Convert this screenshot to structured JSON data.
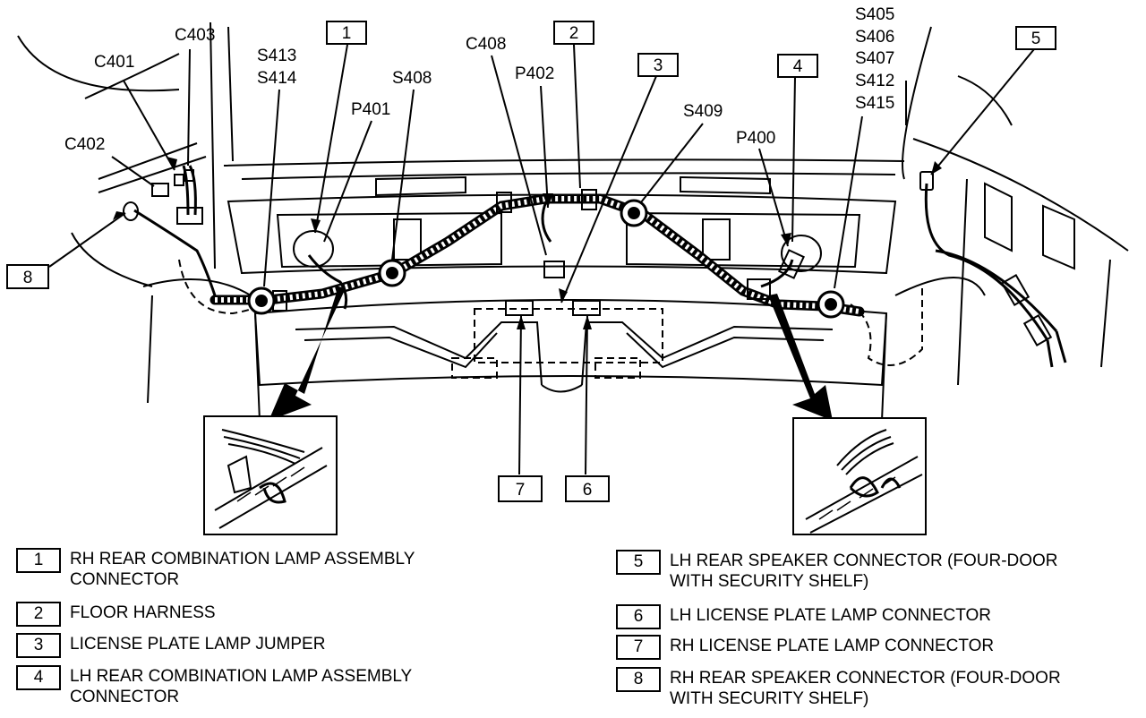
{
  "callouts": {
    "c401": "C401",
    "c402": "C402",
    "c403": "C403",
    "s413": "S413",
    "s414": "S414",
    "p401": "P401",
    "s408": "S408",
    "c408": "C408",
    "p402": "P402",
    "s409": "S409",
    "p400": "P400",
    "s405": "S405",
    "s406": "S406",
    "s407": "S407",
    "s412": "S412",
    "s415": "S415"
  },
  "numbers": [
    "1",
    "2",
    "3",
    "4",
    "5",
    "6",
    "7",
    "8"
  ],
  "legend": [
    {
      "num": "1",
      "lines": [
        "RH REAR COMBINATION LAMP ASSEMBLY",
        "CONNECTOR"
      ]
    },
    {
      "num": "2",
      "lines": [
        "FLOOR HARNESS"
      ]
    },
    {
      "num": "3",
      "lines": [
        "LICENSE PLATE LAMP JUMPER"
      ]
    },
    {
      "num": "4",
      "lines": [
        "LH REAR COMBINATION LAMP ASSEMBLY",
        "CONNECTOR"
      ]
    },
    {
      "num": "5",
      "lines": [
        "LH REAR SPEAKER CONNECTOR (FOUR-DOOR",
        "WITH SECURITY SHELF)"
      ]
    },
    {
      "num": "6",
      "lines": [
        "LH LICENSE PLATE LAMP CONNECTOR"
      ]
    },
    {
      "num": "7",
      "lines": [
        "RH LICENSE PLATE LAMP CONNECTOR"
      ]
    },
    {
      "num": "8",
      "lines": [
        "RH REAR SPEAKER CONNECTOR (FOUR-DOOR",
        "WITH SECURITY SHELF)"
      ]
    }
  ]
}
